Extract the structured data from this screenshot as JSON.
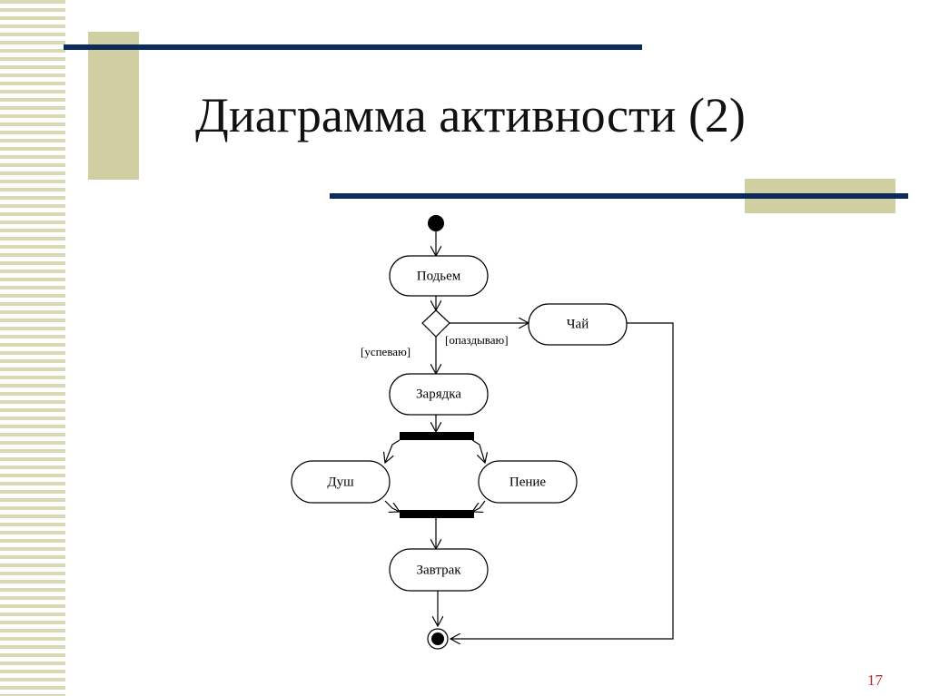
{
  "slide": {
    "title": "Диаграмма активности (2)",
    "page_number": "17"
  },
  "diagram": {
    "activities": {
      "wake": "Подьем",
      "tea": "Чай",
      "exercise": "Зарядка",
      "shower": "Душ",
      "singing": "Пение",
      "breakfast": "Завтрак"
    },
    "guards": {
      "in_time": "[успеваю]",
      "late": "[опаздываю]"
    }
  },
  "colors": {
    "rule": "#0d2a5c",
    "accent": "#cfcfa2",
    "page_number": "#b3262f"
  }
}
